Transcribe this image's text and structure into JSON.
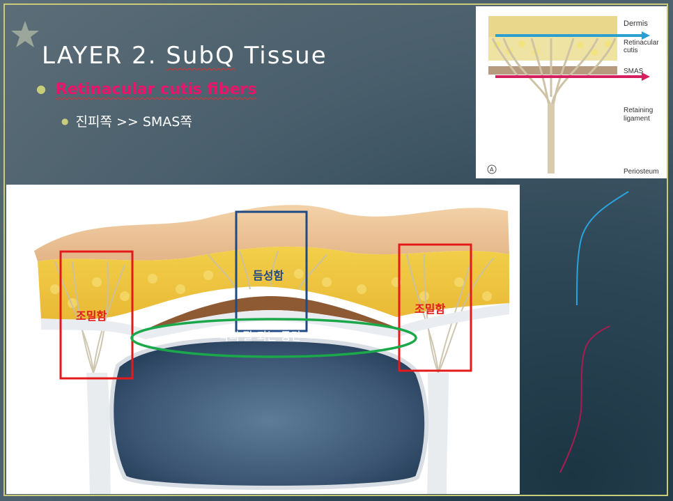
{
  "slide": {
    "title_prefix": "LAYER 2. ",
    "title_word": "SubQ",
    "title_suffix": " Tissue",
    "bullet_main": "Retinacular cutis fibers",
    "bullet_sub": "진피쪽 >> SMAS쪽"
  },
  "inset_figure": {
    "labels": {
      "dermis": "Dermis",
      "retinacular": "Retinacular",
      "cutis": "cutis",
      "smas": "SMAS",
      "retaining": "Retaining",
      "ligament": "ligament",
      "periosteum": "Periosteum",
      "panel_letter": "A"
    },
    "colors": {
      "blue_arrow": "#2a9fd0",
      "pink_arrow": "#d61f5e"
    }
  },
  "main_figure": {
    "labels": {
      "dense_left": "조밀함",
      "dense_right": "조밀함",
      "sparse": "듬성함",
      "space": "박리 잘 되는 공간"
    },
    "colors": {
      "red_box": "#e41a1a",
      "blue_box": "#1f4a86",
      "green_ellipse": "#1aa84a"
    }
  },
  "side_curves": {
    "colors": {
      "top": "#2aa4dc",
      "bottom": "#a81c52"
    }
  }
}
